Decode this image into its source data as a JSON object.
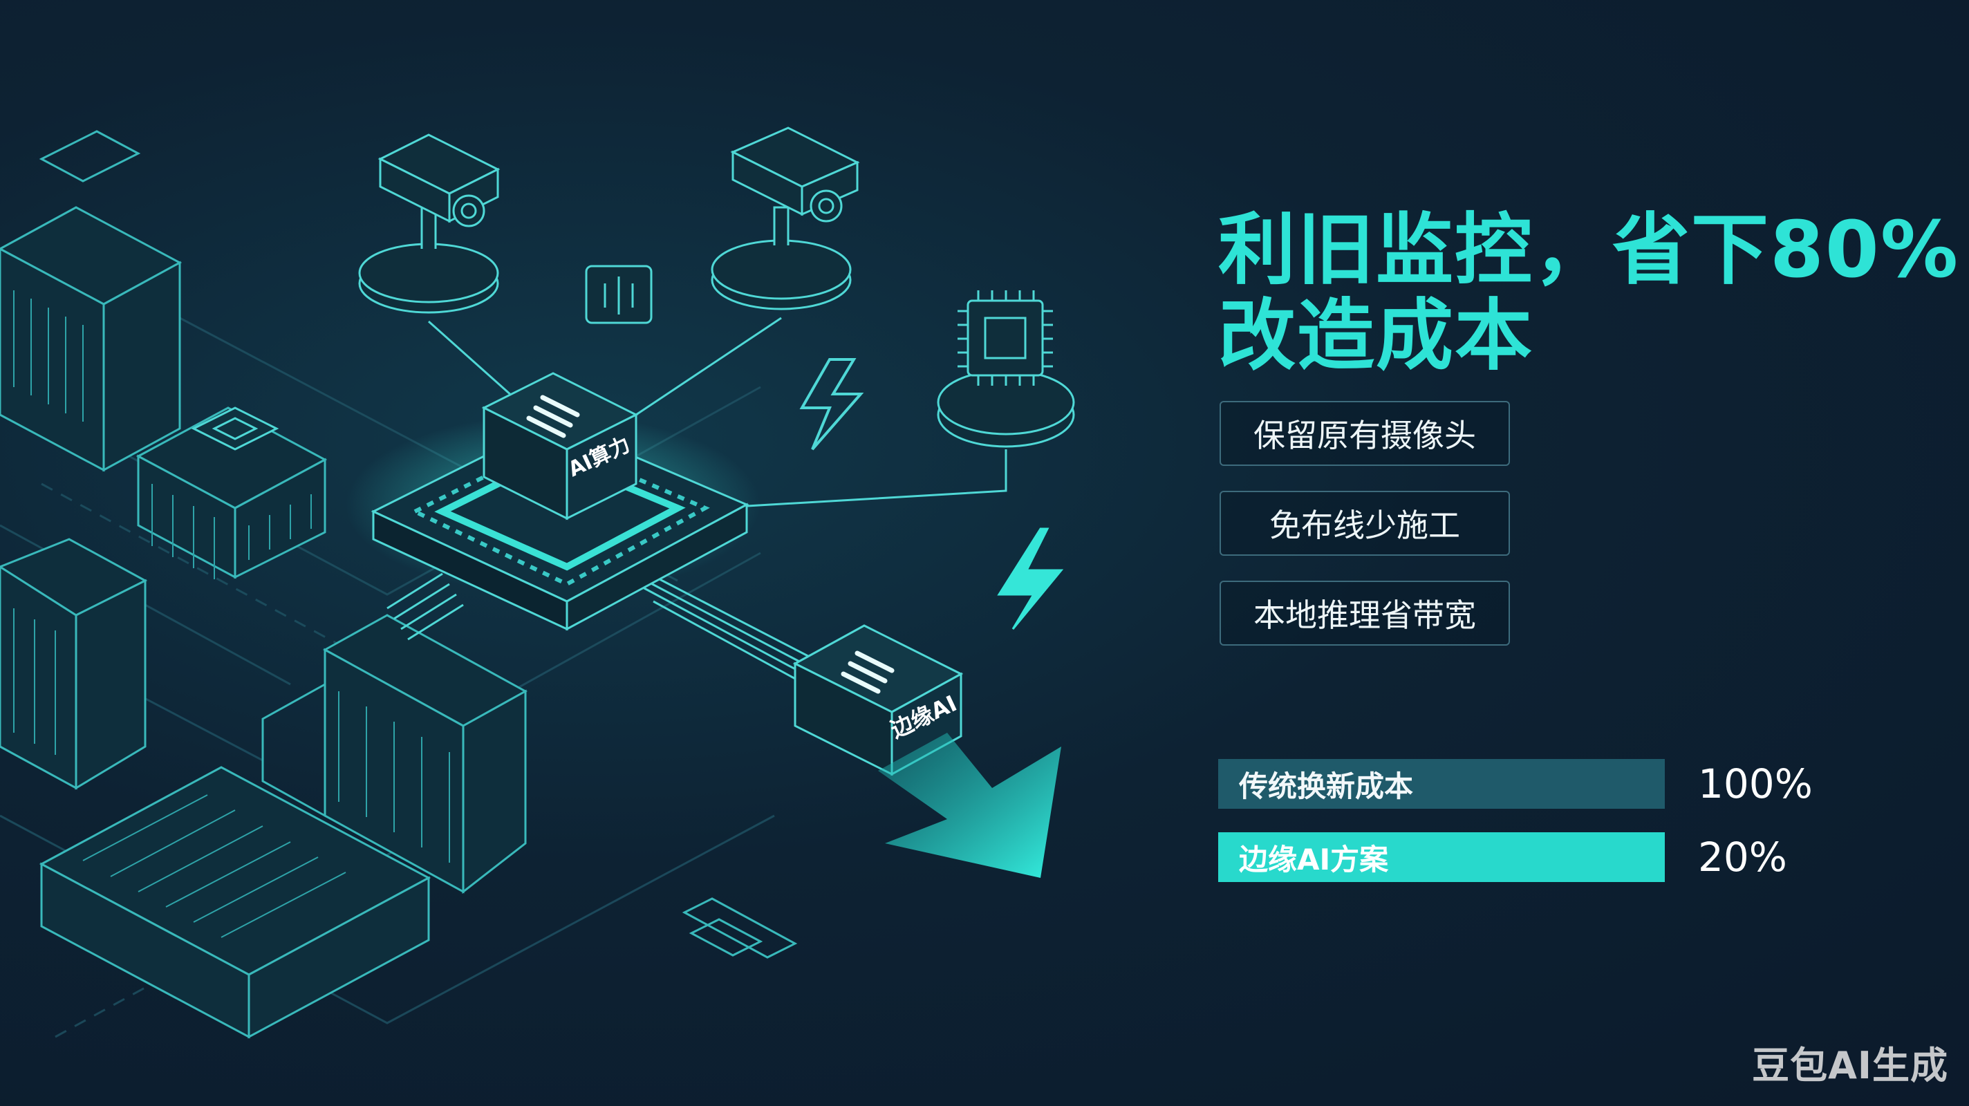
{
  "headline": {
    "line1": "利旧监控，省下80%",
    "line2": "改造成本"
  },
  "features": [
    "保留原有摄像头",
    "免布线少施工",
    "本地推理省带宽"
  ],
  "comparison": {
    "traditional_label": "传统换新成本",
    "traditional_value": "100%",
    "edge_label": "边缘AI方案",
    "edge_value": "20%"
  },
  "illustration": {
    "ai_box_label": "AI算力",
    "edge_box_label": "边缘AI"
  },
  "watermark": "豆包AI生成",
  "colors": {
    "background": "#0d2233",
    "accent": "#2ee3d6",
    "line": "#4fd8d6"
  }
}
